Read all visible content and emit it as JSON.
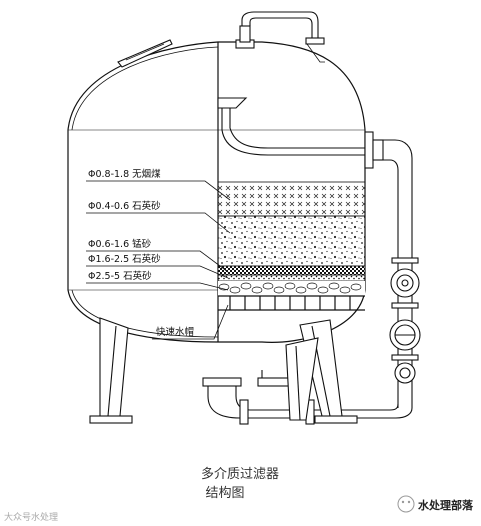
{
  "diagram": {
    "layers": [
      {
        "label": "Φ0.8-1.8 无烟煤"
      },
      {
        "label": "Φ0.4-0.6 石英砂"
      },
      {
        "label": "Φ0.6-1.6 锰砂"
      },
      {
        "label": "Φ1.6-2.5 石英砂"
      },
      {
        "label": "Φ2.5-5 石英砂"
      }
    ],
    "cap_label": "快速水帽",
    "title": "多介质过滤器",
    "subtitle": "结构图"
  },
  "watermarks": {
    "left": "大众号水处理",
    "right": "水处理部落"
  }
}
